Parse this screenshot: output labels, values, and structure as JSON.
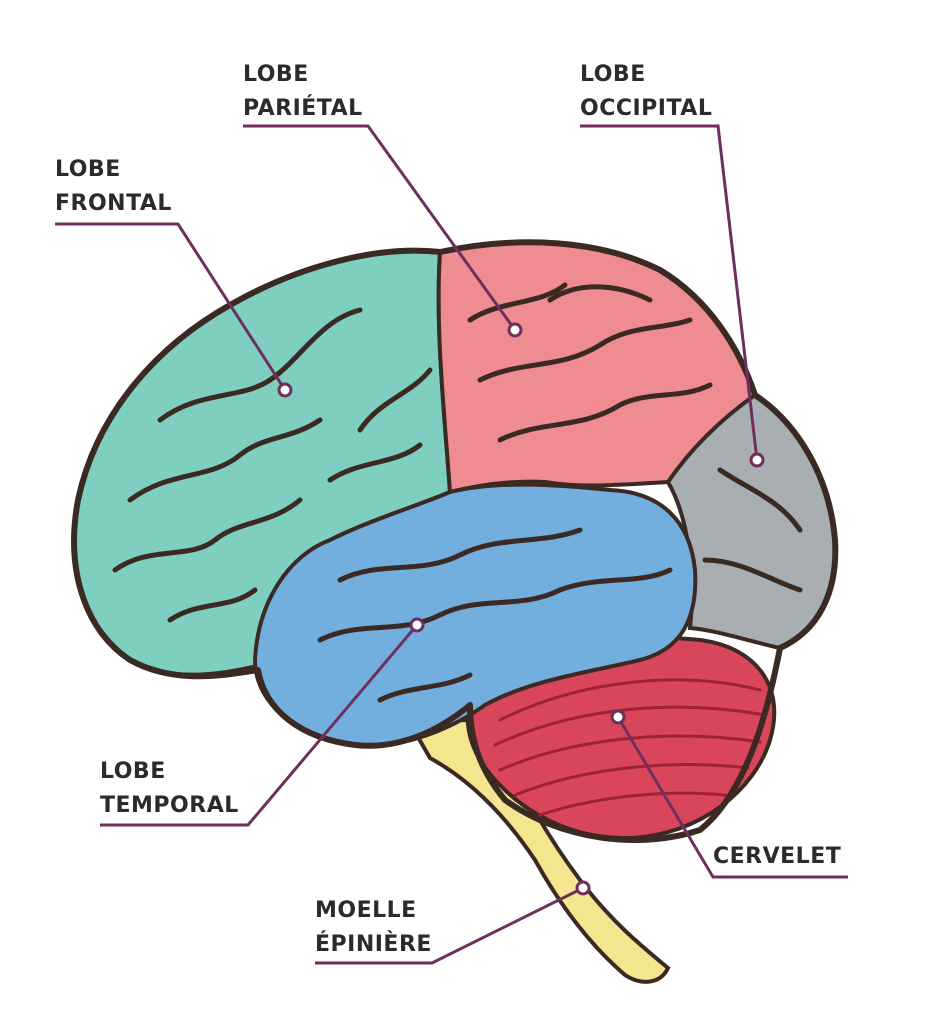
{
  "colors": {
    "frontal": "#7ecfc0",
    "parietal": "#ef8c92",
    "occipital": "#a9aeb3",
    "temporal": "#72aede",
    "cerebellum": "#d9465b",
    "spinal_cord": "#f4e68e",
    "outline": "#3b2a23",
    "leader": "#6e2f5c"
  },
  "labels": {
    "frontal": {
      "line1": "LOBE",
      "line2": "FRONTAL"
    },
    "parietal": {
      "line1": "LOBE",
      "line2": "PARIÉTAL"
    },
    "occipital": {
      "line1": "LOBE",
      "line2": "OCCIPITAL"
    },
    "temporal": {
      "line1": "LOBE",
      "line2": "TEMPORAL"
    },
    "cerebellum": {
      "line1": "CERVELET"
    },
    "spinal_cord": {
      "line1": "MOELLE",
      "line2": "ÉPINIÈRE"
    }
  }
}
